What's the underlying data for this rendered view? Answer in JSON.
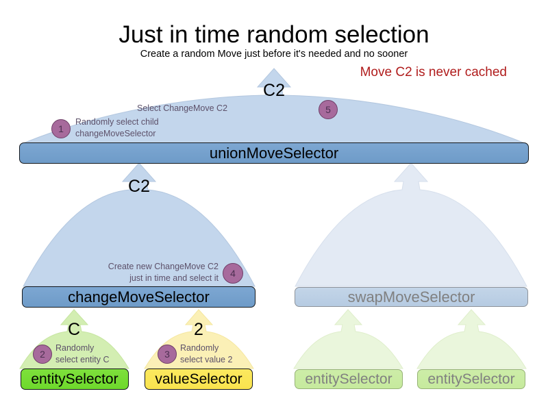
{
  "header": {
    "title": "Just in time random selection",
    "subtitle": "Create a random Move just before it's needed and no sooner",
    "warning": "Move C2 is never cached"
  },
  "colors": {
    "arrow_blue": "#c3d6ec",
    "arrow_blue_faded": "#e3eaf4",
    "arrow_green": "#d3eeb2",
    "arrow_green_faded": "#eaf6dc",
    "arrow_yellow": "#fbf0b6",
    "bar_blue": "#77a3cf",
    "bar_blue_faded": "#bdd0e5",
    "bar_green": "#76dc34",
    "bar_green_faded": "#caec a3",
    "bar_yellow": "#fae655",
    "badge_fill": "#a76a9c",
    "badge_border": "#6f3f68",
    "annotation_text": "#5c5069",
    "warning_text": "#b01c1c",
    "faded_text": "#808080"
  },
  "nodes": {
    "union_move_selector": {
      "label": "unionMoveSelector",
      "state": "active"
    },
    "change_move_selector": {
      "label": "changeMoveSelector",
      "state": "active"
    },
    "swap_move_selector": {
      "label": "swapMoveSelector",
      "state": "faded"
    },
    "entity_selector_left": {
      "label": "entitySelector",
      "state": "active"
    },
    "value_selector": {
      "label": "valueSelector",
      "state": "active"
    },
    "entity_selector_swap_1": {
      "label": "entitySelector",
      "state": "faded"
    },
    "entity_selector_swap_2": {
      "label": "entitySelector",
      "state": "faded"
    }
  },
  "arrow_payloads": {
    "union_out": "C2",
    "change_to_union": "C2",
    "entity_to_change": "C",
    "value_to_change": "2"
  },
  "annotations": [
    {
      "id": "step-1",
      "number": "1",
      "line1": "Randomly select child",
      "line2": "changeMoveSelector"
    },
    {
      "id": "step-2",
      "number": "2",
      "line1": "Randomly",
      "line2": "select entity C"
    },
    {
      "id": "step-3",
      "number": "3",
      "line1": "Randomly",
      "line2": "select value 2"
    },
    {
      "id": "step-4",
      "number": "4",
      "line1": "Create new ChangeMove C2",
      "line2": "just in time and select it"
    },
    {
      "id": "step-5",
      "number": "5",
      "line1": "Select ChangeMove C2",
      "line2": ""
    }
  ]
}
